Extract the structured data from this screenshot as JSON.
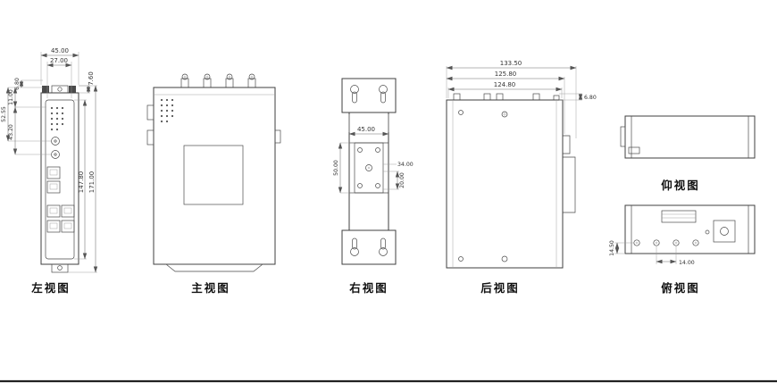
{
  "colors": {
    "line": "#3f3f3f",
    "dim_line": "#6a6a6a",
    "text": "#111111",
    "background": "#ffffff"
  },
  "views": {
    "left": {
      "label": "左视图",
      "dims": {
        "d45_00": "45.00",
        "d27_00": "27.00",
        "d7_60": "7.60",
        "d6_80": "6.80",
        "d11_00": "11.00",
        "d52_55": "52.55",
        "d43_20": "43.20",
        "d147_80": "147.80",
        "d171_00": "171.00"
      }
    },
    "front": {
      "label": "主视图"
    },
    "right": {
      "label": "右视图",
      "dims": {
        "d45_00": "45.00",
        "d50_00": "50.00",
        "d34_00": "34.00",
        "d20_00": "20.00"
      }
    },
    "rear": {
      "label": "后视图",
      "dims": {
        "d133_50": "133.50",
        "d125_80": "125.80",
        "d124_80": "124.80",
        "d6_80": "6.80"
      }
    },
    "bottom": {
      "label": "仰视图"
    },
    "top": {
      "label": "俯视图",
      "dims": {
        "d14_00": "14.00",
        "d14_50": "14.50"
      }
    }
  }
}
